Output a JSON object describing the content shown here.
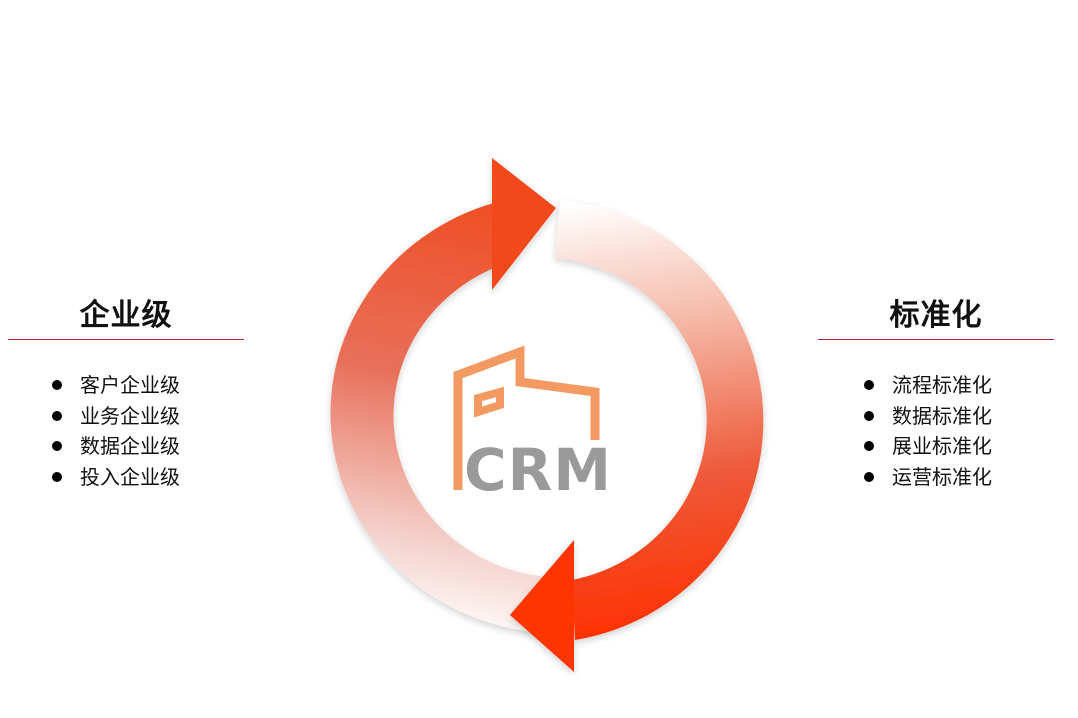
{
  "left_panel": {
    "title": "企业级",
    "items": [
      "客户企业级",
      "业务企业级",
      "数据企业级",
      "投入企业级"
    ]
  },
  "right_panel": {
    "title": "标准化",
    "items": [
      "流程标准化",
      "数据标准化",
      "展业标准化",
      "运营标准化"
    ]
  },
  "center_logo": {
    "text": "CRM",
    "icon": "building-icon",
    "text_color": "#9a9a9a",
    "icon_color": "#f39a63"
  },
  "cycle": {
    "arrow_color": "#ff3a0a",
    "arrow_fade_color": "#ffffff"
  }
}
